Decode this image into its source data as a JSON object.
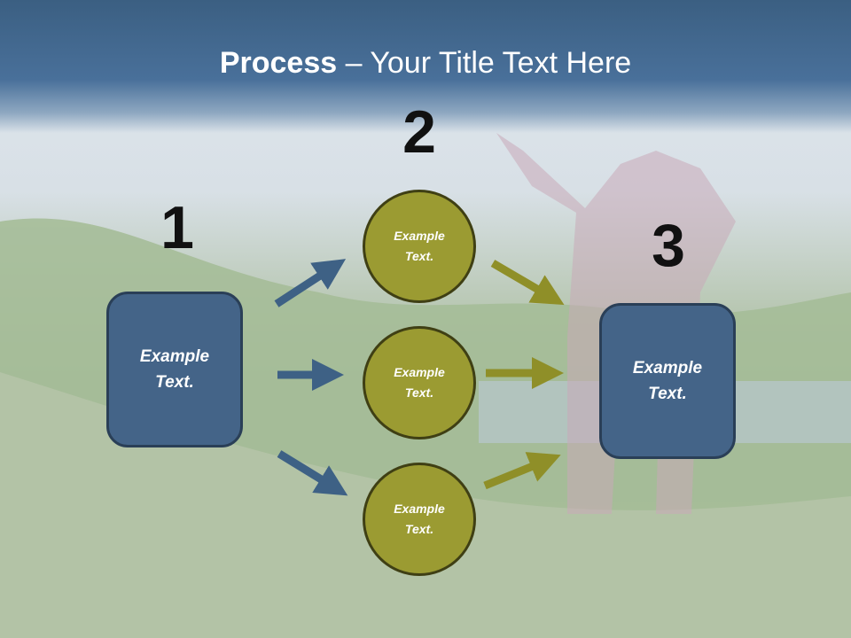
{
  "title": {
    "bold": "Process",
    "rest": " – Your Title Text Here"
  },
  "steps": {
    "one": "1",
    "two": "2",
    "three": "3"
  },
  "boxes": {
    "left": [
      "Example",
      "Text."
    ],
    "right": [
      "Example",
      "Text."
    ]
  },
  "circles": [
    [
      "Example",
      "Text."
    ],
    [
      "Example",
      "Text."
    ],
    [
      "Example",
      "Text."
    ]
  ],
  "colors": {
    "blue": "#446488",
    "olive": "#9b9b32",
    "title_bar": "#3b5f82"
  }
}
